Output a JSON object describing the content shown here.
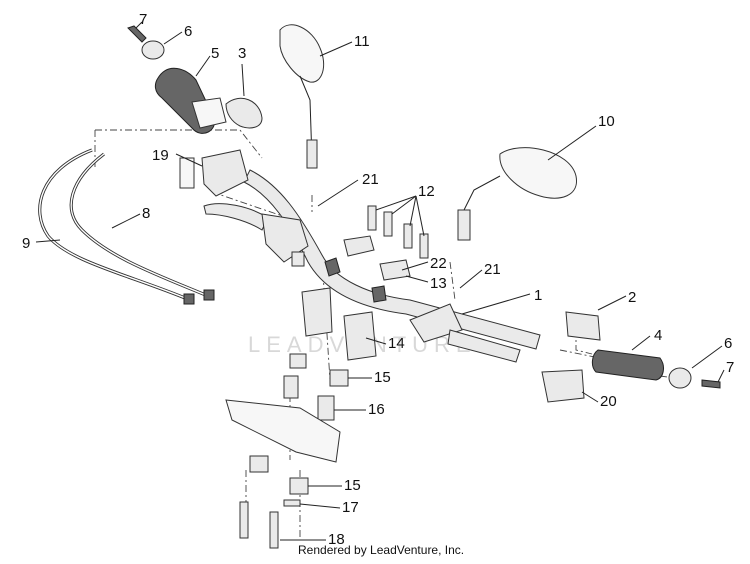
{
  "watermark": "LEADVENTURE",
  "credit": "Rendered by LeadVenture, Inc.",
  "callouts": [
    {
      "id": "c7a",
      "label": "7"
    },
    {
      "id": "c6a",
      "label": "6"
    },
    {
      "id": "c5",
      "label": "5"
    },
    {
      "id": "c3",
      "label": "3"
    },
    {
      "id": "c11",
      "label": "11"
    },
    {
      "id": "c10",
      "label": "10"
    },
    {
      "id": "c19",
      "label": "19"
    },
    {
      "id": "c21a",
      "label": "21"
    },
    {
      "id": "c12",
      "label": "12"
    },
    {
      "id": "c8",
      "label": "8"
    },
    {
      "id": "c9",
      "label": "9"
    },
    {
      "id": "c22",
      "label": "22"
    },
    {
      "id": "c13",
      "label": "13"
    },
    {
      "id": "c21b",
      "label": "21"
    },
    {
      "id": "c1",
      "label": "1"
    },
    {
      "id": "c2",
      "label": "2"
    },
    {
      "id": "c4",
      "label": "4"
    },
    {
      "id": "c6b",
      "label": "6"
    },
    {
      "id": "c7b",
      "label": "7"
    },
    {
      "id": "c14",
      "label": "14"
    },
    {
      "id": "c15a",
      "label": "15"
    },
    {
      "id": "c16",
      "label": "16"
    },
    {
      "id": "c20",
      "label": "20"
    },
    {
      "id": "c15b",
      "label": "15"
    },
    {
      "id": "c17",
      "label": "17"
    },
    {
      "id": "c18",
      "label": "18"
    }
  ]
}
